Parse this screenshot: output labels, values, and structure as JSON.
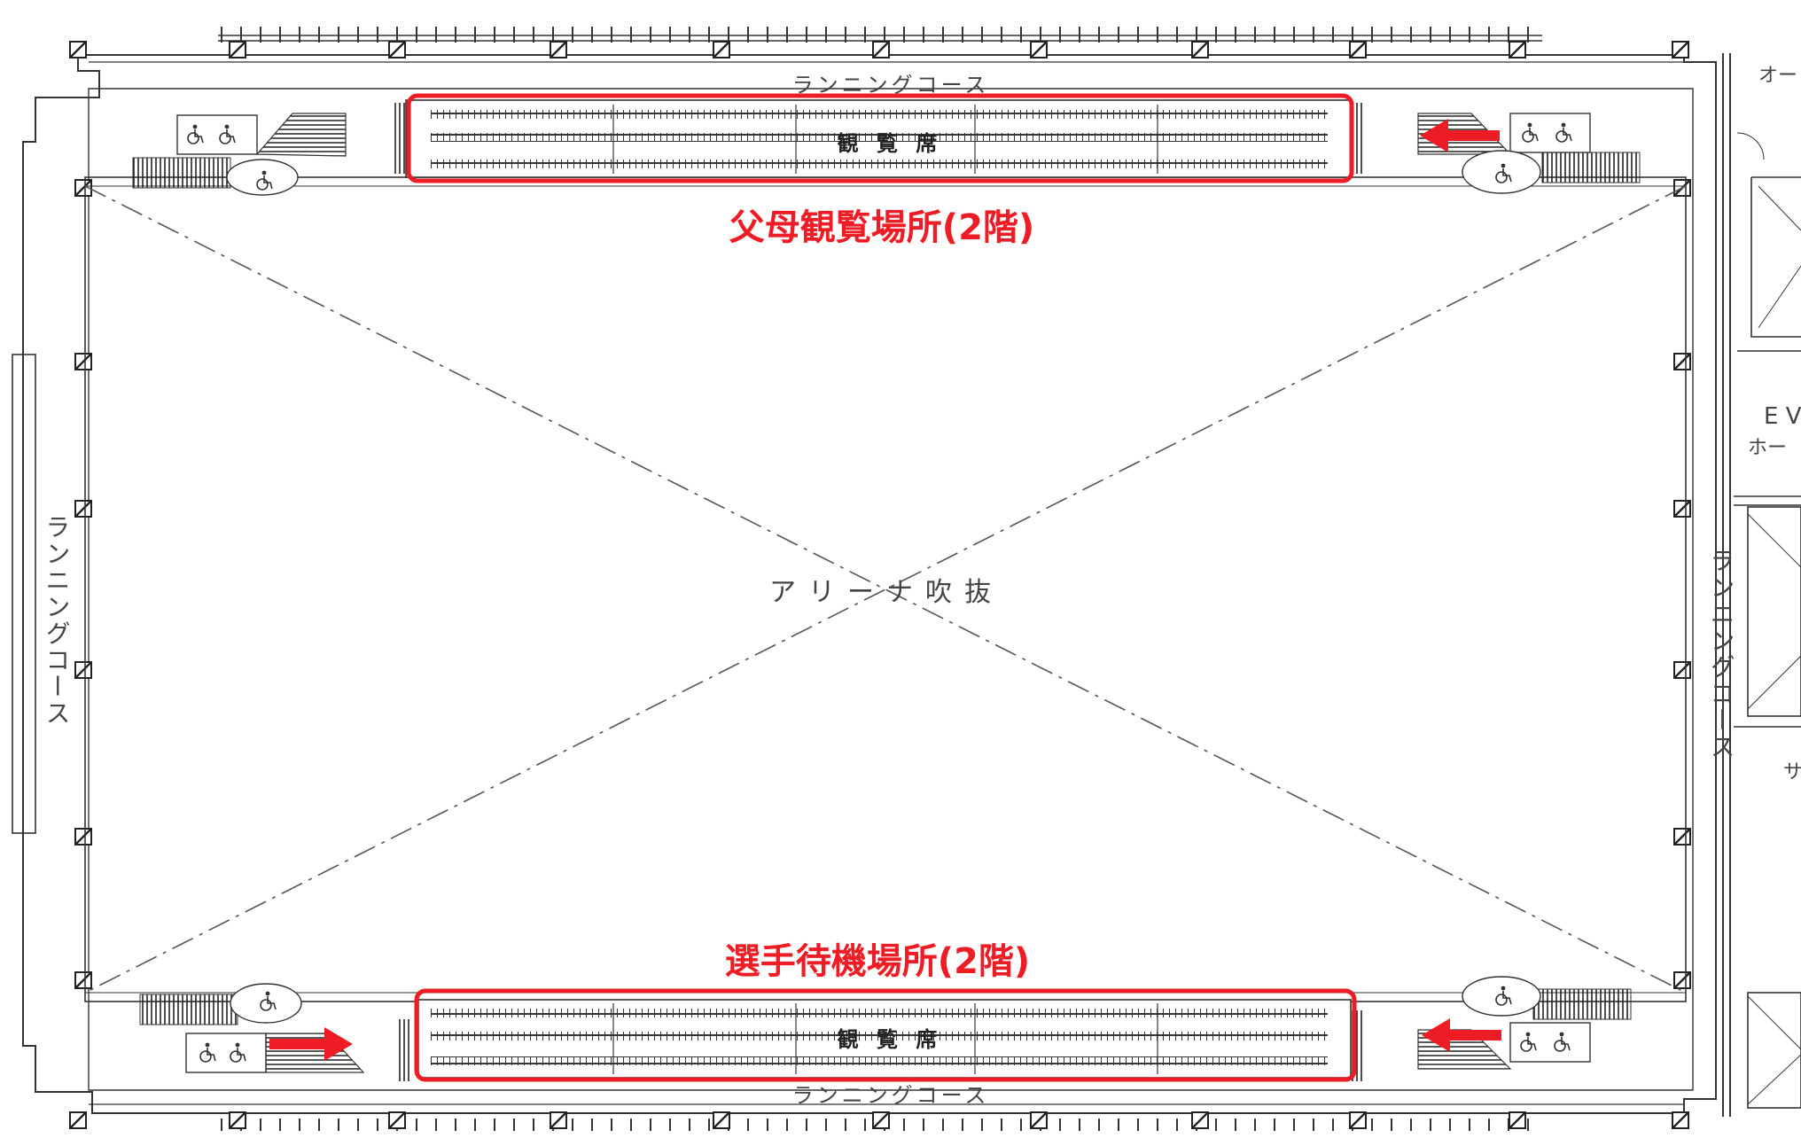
{
  "floor_plan": {
    "arena_label": "アリーナ吹抜",
    "running_course_label": "ランニングコース",
    "seating_label": "観 覧 席",
    "right_fragments": [
      "オー",
      "E V",
      "ホー",
      "サ"
    ]
  },
  "highlights": [
    {
      "label": "父母観覧場所(2階)",
      "arrow_count": 1
    },
    {
      "label": "選手待機場所(2階)",
      "arrow_count": 2
    }
  ],
  "colors": {
    "highlight": "#ee1c25",
    "line": "#333333",
    "paper": "#ffffff"
  },
  "icons": [
    "wheelchair-icon",
    "arrow-right-icon",
    "arrow-left-icon"
  ]
}
